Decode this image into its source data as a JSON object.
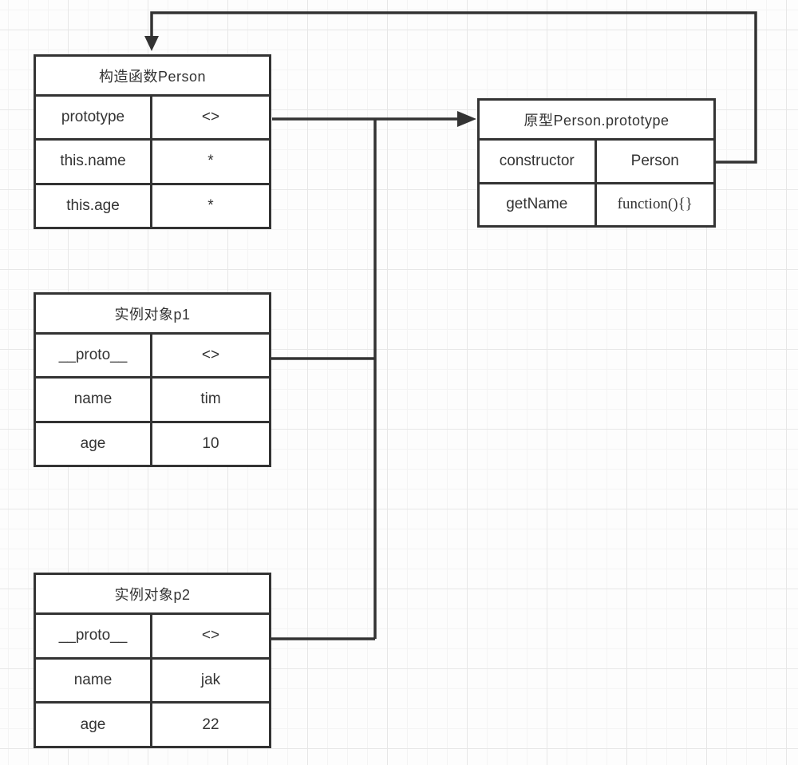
{
  "constructor_table": {
    "title": "构造函数Person",
    "rows": [
      {
        "key": "prototype",
        "value": "<>"
      },
      {
        "key": "this.name",
        "value": "*"
      },
      {
        "key": "this.age",
        "value": "*"
      }
    ]
  },
  "prototype_table": {
    "title": "原型Person.prototype",
    "rows": [
      {
        "key": "constructor",
        "value": "Person"
      },
      {
        "key": "getName",
        "value": "function(){}"
      }
    ]
  },
  "instance_p1_table": {
    "title": "实例对象p1",
    "rows": [
      {
        "key": "__proto__",
        "value": "<>"
      },
      {
        "key": "name",
        "value": "tim"
      },
      {
        "key": "age",
        "value": "10"
      }
    ]
  },
  "instance_p2_table": {
    "title": "实例对象p2",
    "rows": [
      {
        "key": "__proto__",
        "value": "<>"
      },
      {
        "key": "name",
        "value": "jak"
      },
      {
        "key": "age",
        "value": "22"
      }
    ]
  },
  "connectors": [
    {
      "from": "constructor_table.prototype",
      "to": "prototype_table",
      "style": "arrow-right"
    },
    {
      "from": "instance_p1_table.__proto__",
      "to": "prototype_table",
      "style": "line-join"
    },
    {
      "from": "instance_p2_table.__proto__",
      "to": "prototype_table",
      "style": "line-join"
    },
    {
      "from": "prototype_table.constructor",
      "to": "constructor_table",
      "style": "arrow-down-loop"
    }
  ],
  "colors": {
    "line": "#333333",
    "text": "#333333",
    "node_background": "#ffffff",
    "grid_minor": "#f4f4f4",
    "grid_major": "#e7e7e7"
  }
}
